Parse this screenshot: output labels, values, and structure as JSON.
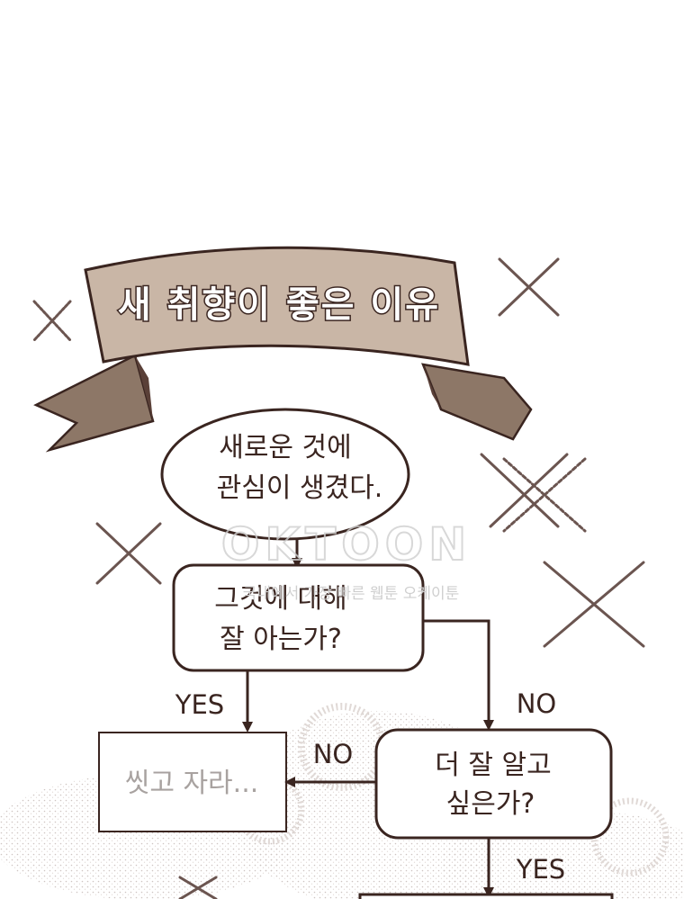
{
  "banner": {
    "title": "새 취향이 좋은 이유"
  },
  "nodes": {
    "start": {
      "line1": "새로운 것에",
      "line2": "관심이 생겼다."
    },
    "q1": {
      "line1": "그것에 대해",
      "line2": "잘 아는가?"
    },
    "sleep": {
      "line1": "씻고 자라..."
    },
    "q2": {
      "line1": "더 잘 알고",
      "line2": "싶은가?"
    }
  },
  "edges": {
    "q1_yes": "YES",
    "q1_no": "NO",
    "q2_no": "NO",
    "q2_yes": "YES"
  },
  "watermark": {
    "logo": "OKTOON",
    "tagline": "국내에서 가장 빠른 웹툰 오케이툰"
  },
  "colors": {
    "ink": "#3a2520",
    "ribbon": "#c9b6a6",
    "ribbon_dark": "#8d7767",
    "sparkle": "#6b5550",
    "gray_text": "#a8a2a0"
  }
}
